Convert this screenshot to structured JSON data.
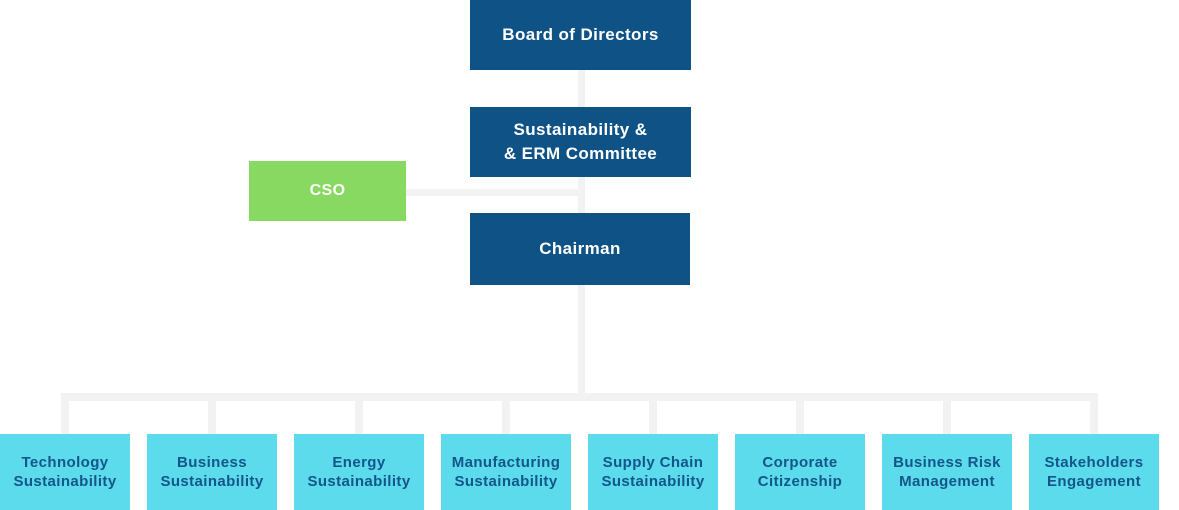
{
  "title": "Sustainability governance organization chart",
  "colors": {
    "navy": "#0e5286",
    "green": "#88d961",
    "cyan": "#5cdbec",
    "cyan-text": "#14568a",
    "line": "#f2f2f2"
  },
  "nodes": {
    "board": {
      "label": "Board of Directors"
    },
    "committee": {
      "line1": "Sustainability &",
      "line2": "& ERM Committee"
    },
    "cso": {
      "label": "CSO"
    },
    "chairman": {
      "label": "Chairman"
    },
    "departments": [
      {
        "line1": "Technology",
        "line2": "Sustainability"
      },
      {
        "line1": "Business",
        "line2": "Sustainability"
      },
      {
        "line1": "Energy",
        "line2": "Sustainability"
      },
      {
        "line1": "Manufacturing",
        "line2": "Sustainability"
      },
      {
        "line1": "Supply Chain",
        "line2": "Sustainability"
      },
      {
        "line1": "Corporate",
        "line2": "Citizenship"
      },
      {
        "line1": "Business Risk",
        "line2": "Management"
      },
      {
        "line1": "Stakeholders",
        "line2": "Engagement"
      }
    ]
  },
  "chart_data": {
    "type": "org-chart",
    "hierarchy": {
      "root": "Board of Directors",
      "children": [
        {
          "name": "Sustainability & & ERM Committee",
          "side_node": "CSO",
          "children": [
            {
              "name": "Chairman",
              "children": [
                "Technology Sustainability",
                "Business Sustainability",
                "Energy Sustainability",
                "Manufacturing Sustainability",
                "Supply Chain Sustainability",
                "Corporate Citizenship",
                "Business Risk Management",
                "Stakeholders Engagement"
              ]
            }
          ]
        }
      ]
    }
  }
}
